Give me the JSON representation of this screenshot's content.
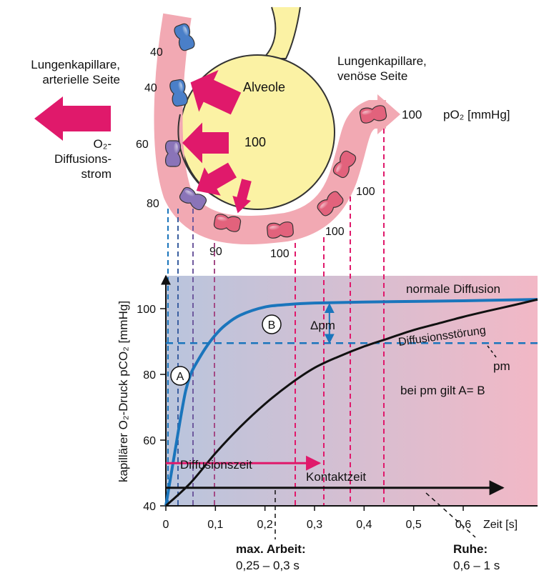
{
  "colors": {
    "capillary": "#f2a9b3",
    "capillary_stroke": "#d98a96",
    "alveolus": "#fbf2a4",
    "alveolus_stroke": "#333333",
    "arrow_magenta": "#e0196b",
    "normal_blue": "#1a75bc",
    "disturbed_black": "#111111",
    "bg_left": "#b9c5dd",
    "bg_right": "#f2b8c6",
    "rbc_blue": "#4a7fc8",
    "rbc_purple": "#8a74b8",
    "rbc_red": "#e2627c"
  },
  "labels": {
    "left_title_1": "Lungenkapillare,",
    "left_title_2": "arterielle Seite",
    "right_title_1": "Lungenkapillare,",
    "right_title_2": "venöse Seite",
    "alveole": "Alveole",
    "alveole_value": "100",
    "flux_1": "O₂-",
    "flux_2": "Diffusions-",
    "flux_3": "strom",
    "po2_value": "100",
    "po2_unit": "pO₂ [mmHg]",
    "cap_40a": "40",
    "cap_40b": "40",
    "cap_60": "60",
    "cap_80": "80",
    "cap_90": "90",
    "cap_100a": "100",
    "cap_100b": "100",
    "cap_100c": "100"
  },
  "chart_data": {
    "type": "line",
    "ylabel": "kapillärer O₂-Druck pCO₂ [mmHg]",
    "xlabel": "Zeit [s]",
    "xlim": [
      0,
      0.75
    ],
    "ylim": [
      40,
      110
    ],
    "x_ticks": [
      "0",
      "0,1",
      "0,2",
      "0,3",
      "0,4",
      "0,5",
      "0,6"
    ],
    "y_ticks": [
      "40",
      "60",
      "80",
      "100"
    ],
    "series": [
      {
        "name": "normale Diffusion",
        "x": [
          0,
          0.01,
          0.02,
          0.03,
          0.04,
          0.05,
          0.06,
          0.08,
          0.1,
          0.12,
          0.15,
          0.2,
          0.25,
          0.3,
          0.4,
          0.5,
          0.6,
          0.75
        ],
        "y": [
          40,
          49,
          58,
          67,
          75,
          80,
          83,
          88,
          92,
          95,
          98,
          100.5,
          101.3,
          101.7,
          102,
          102.2,
          102.4,
          102.8
        ]
      },
      {
        "name": "Diffusionsstörung",
        "x": [
          0,
          0.05,
          0.1,
          0.15,
          0.2,
          0.25,
          0.3,
          0.35,
          0.4,
          0.45,
          0.5,
          0.55,
          0.6,
          0.65,
          0.7,
          0.75
        ],
        "y": [
          40,
          47,
          56,
          64,
          71,
          77,
          82,
          85.5,
          88.5,
          91,
          93.5,
          95.5,
          97.5,
          99.3,
          101,
          102.8
        ]
      }
    ],
    "pm_value": 89.5,
    "diffusion_time_end": 0.31,
    "contact_time_end": 0.68,
    "annotations": {
      "A": "A",
      "B": "B",
      "delta_pm": "Δpm",
      "pm": "pm",
      "pm_rule": "bei pm gilt A= B",
      "diffusionszeit": "Diffusionszeit",
      "kontaktzeit": "Kontaktzeit",
      "max_arbeit": "max. Arbeit:",
      "max_arbeit_val": "0,25 – 0,3 s",
      "ruhe": "Ruhe:",
      "ruhe_val": "0,6 – 1 s"
    }
  }
}
